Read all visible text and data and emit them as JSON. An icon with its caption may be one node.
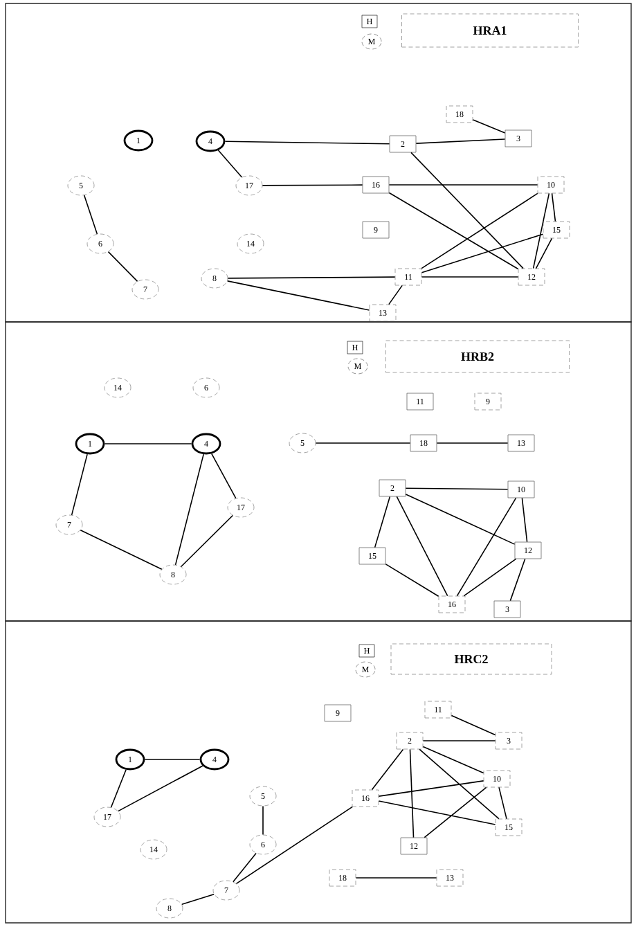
{
  "diagram": {
    "nodes": [
      {
        "text": [],
        "shape": "box"
      },
      {
        "text": [
          "H"
        ],
        "in": 0
      },
      {
        "text": [
          "M"
        ],
        "in": 0
      },
      {
        "text": [
          "HRA1"
        ],
        "in": 0
      },
      {
        "text": [
          "1"
        ],
        "in": 0
      },
      {
        "text": [
          "4"
        ],
        "in": 0
      },
      {
        "text": [
          "5"
        ],
        "in": 0
      },
      {
        "text": [
          "6"
        ],
        "in": 0
      },
      {
        "text": [
          "7"
        ],
        "in": 0
      },
      {
        "text": [
          "17"
        ],
        "in": 0
      },
      {
        "text": [
          "14"
        ],
        "in": 0
      },
      {
        "text": [
          "8"
        ],
        "in": 0
      },
      {
        "text": [
          "18"
        ],
        "in": 0
      },
      {
        "text": [
          "3"
        ],
        "in": 0
      },
      {
        "text": [
          "2"
        ],
        "in": 0
      },
      {
        "text": [
          "16"
        ],
        "in": 0
      },
      {
        "text": [
          "10"
        ],
        "in": 0
      },
      {
        "text": [
          "9"
        ],
        "in": 0
      },
      {
        "text": [
          "15"
        ],
        "in": 0
      },
      {
        "text": [
          "11"
        ],
        "in": 0
      },
      {
        "text": [
          "12"
        ],
        "in": 0
      },
      {
        "text": [
          "13"
        ],
        "in": 0
      },
      {
        "text": [],
        "shape": "box"
      },
      {
        "text": [
          "H"
        ],
        "in": 22
      },
      {
        "text": [
          "M"
        ],
        "in": 22
      },
      {
        "text": [
          "HRB2"
        ],
        "in": 22
      },
      {
        "text": [
          "14"
        ],
        "in": 22
      },
      {
        "text": [
          "6"
        ],
        "in": 22
      },
      {
        "text": [
          "11"
        ],
        "in": 22
      },
      {
        "text": [
          "9"
        ],
        "in": 22
      },
      {
        "text": [
          "1"
        ],
        "in": 22
      },
      {
        "text": [
          "4"
        ],
        "in": 22
      },
      {
        "text": [
          "5"
        ],
        "in": 22
      },
      {
        "text": [
          "18"
        ],
        "in": 22
      },
      {
        "text": [
          "13"
        ],
        "in": 22
      },
      {
        "text": [
          "2"
        ],
        "in": 22
      },
      {
        "text": [
          "10"
        ],
        "in": 22
      },
      {
        "text": [
          "17"
        ],
        "in": 22
      },
      {
        "text": [
          "7"
        ],
        "in": 22
      },
      {
        "text": [
          "12"
        ],
        "in": 22
      },
      {
        "text": [
          "15"
        ],
        "in": 22
      },
      {
        "text": [
          "8"
        ],
        "in": 22
      },
      {
        "text": [
          "16"
        ],
        "in": 22
      },
      {
        "text": [
          "3"
        ],
        "in": 22
      },
      {
        "text": [],
        "shape": "box"
      },
      {
        "text": [
          "H"
        ],
        "in": 44
      },
      {
        "text": [
          "M"
        ],
        "in": 44
      },
      {
        "text": [
          "HRC2"
        ],
        "in": 44
      },
      {
        "text": [
          "11"
        ],
        "in": 44
      },
      {
        "text": [
          "9"
        ],
        "in": 44
      },
      {
        "text": [
          "2"
        ],
        "in": 44
      },
      {
        "text": [
          "3"
        ],
        "in": 44
      },
      {
        "text": [
          "1"
        ],
        "in": 44
      },
      {
        "text": [
          "4"
        ],
        "in": 44
      },
      {
        "text": [
          "10"
        ],
        "in": 44
      },
      {
        "text": [
          "5"
        ],
        "in": 44
      },
      {
        "text": [
          "16"
        ],
        "in": 44
      },
      {
        "text": [
          "17"
        ],
        "in": 44
      },
      {
        "text": [
          "15"
        ],
        "in": 44
      },
      {
        "text": [
          "6"
        ],
        "in": 44
      },
      {
        "text": [
          "12"
        ],
        "in": 44
      },
      {
        "text": [
          "14"
        ],
        "in": 44
      },
      {
        "text": [
          "18"
        ],
        "in": 44
      },
      {
        "text": [
          "13"
        ],
        "in": 44
      },
      {
        "text": [
          "7"
        ],
        "in": 44
      },
      {
        "text": [
          "8"
        ],
        "in": 44
      }
    ],
    "edges": [
      {
        "from": 5,
        "to": 14,
        "arrow": "none"
      },
      {
        "from": 14,
        "to": 13,
        "arrow": "none"
      },
      {
        "from": 12,
        "to": 13,
        "arrow": "none"
      },
      {
        "from": 5,
        "to": 9,
        "arrow": "none"
      },
      {
        "from": 9,
        "to": 15,
        "arrow": "none"
      },
      {
        "from": 15,
        "to": 16,
        "arrow": "none"
      },
      {
        "from": 15,
        "to": 20,
        "arrow": "none"
      },
      {
        "from": 14,
        "to": 20,
        "arrow": "none"
      },
      {
        "from": 16,
        "to": 19,
        "arrow": "none"
      },
      {
        "from": 16,
        "to": 20,
        "arrow": "none"
      },
      {
        "from": 16,
        "to": 18,
        "arrow": "none"
      },
      {
        "from": 18,
        "to": 19,
        "arrow": "none"
      },
      {
        "from": 18,
        "to": 20,
        "arrow": "none"
      },
      {
        "from": 19,
        "to": 20,
        "arrow": "none"
      },
      {
        "from": 11,
        "to": 19,
        "arrow": "none"
      },
      {
        "from": 11,
        "to": 21,
        "arrow": "none"
      },
      {
        "from": 19,
        "to": 21,
        "arrow": "none"
      },
      {
        "from": 6,
        "to": 7,
        "arrow": "none"
      },
      {
        "from": 7,
        "to": 8,
        "arrow": "none"
      },
      {
        "from": 30,
        "to": 31,
        "arrow": "none"
      },
      {
        "from": 30,
        "to": 38,
        "arrow": "none"
      },
      {
        "from": 31,
        "to": 41,
        "arrow": "none"
      },
      {
        "from": 31,
        "to": 37,
        "arrow": "none"
      },
      {
        "from": 38,
        "to": 41,
        "arrow": "none"
      },
      {
        "from": 37,
        "to": 41,
        "arrow": "none"
      },
      {
        "from": 32,
        "to": 33,
        "arrow": "none"
      },
      {
        "from": 33,
        "to": 34,
        "arrow": "none"
      },
      {
        "from": 35,
        "to": 36,
        "arrow": "none"
      },
      {
        "from": 35,
        "to": 40,
        "arrow": "none"
      },
      {
        "from": 35,
        "to": 42,
        "arrow": "none"
      },
      {
        "from": 35,
        "to": 39,
        "arrow": "none"
      },
      {
        "from": 36,
        "to": 42,
        "arrow": "none"
      },
      {
        "from": 36,
        "to": 39,
        "arrow": "none"
      },
      {
        "from": 39,
        "to": 42,
        "arrow": "none"
      },
      {
        "from": 39,
        "to": 43,
        "arrow": "none"
      },
      {
        "from": 40,
        "to": 42,
        "arrow": "none"
      },
      {
        "from": 52,
        "to": 53,
        "arrow": "none"
      },
      {
        "from": 52,
        "to": 57,
        "arrow": "none"
      },
      {
        "from": 53,
        "to": 57,
        "arrow": "none"
      },
      {
        "from": 55,
        "to": 59,
        "arrow": "none"
      },
      {
        "from": 59,
        "to": 64,
        "arrow": "none"
      },
      {
        "from": 64,
        "to": 65,
        "arrow": "none"
      },
      {
        "from": 64,
        "to": 56,
        "arrow": "none"
      },
      {
        "from": 48,
        "to": 51,
        "arrow": "none"
      },
      {
        "from": 50,
        "to": 51,
        "arrow": "none"
      },
      {
        "from": 50,
        "to": 56,
        "arrow": "none"
      },
      {
        "from": 50,
        "to": 60,
        "arrow": "none"
      },
      {
        "from": 50,
        "to": 54,
        "arrow": "none"
      },
      {
        "from": 50,
        "to": 58,
        "arrow": "none"
      },
      {
        "from": 56,
        "to": 54,
        "arrow": "none"
      },
      {
        "from": 56,
        "to": 58,
        "arrow": "none"
      },
      {
        "from": 54,
        "to": 60,
        "arrow": "none"
      },
      {
        "from": 54,
        "to": 58,
        "arrow": "none"
      },
      {
        "from": 62,
        "to": 63,
        "arrow": "none"
      }
    ]
  }
}
